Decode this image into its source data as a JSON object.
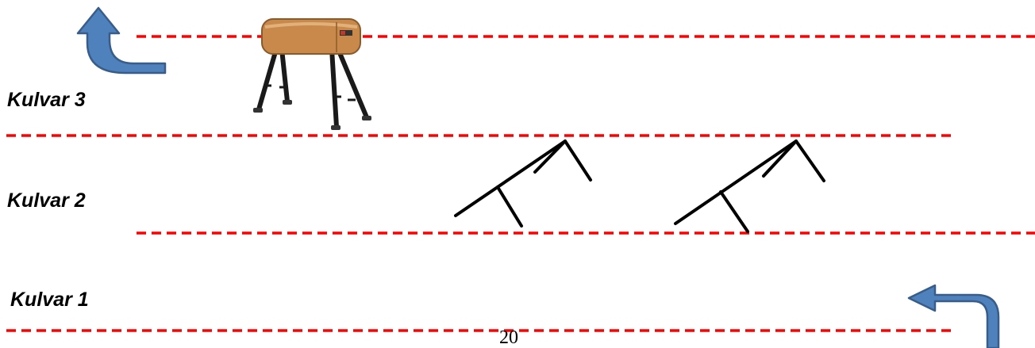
{
  "lanes": [
    {
      "label": "Kulvar 3"
    },
    {
      "label": "Kulvar 2"
    },
    {
      "label": "Kulvar 1"
    }
  ],
  "page_number": "20",
  "colors": {
    "lane_line": "#ff0000",
    "arrow_fill": "#4f81bd",
    "arrow_stroke": "#385d8a",
    "hurdle": "#000000",
    "horse_body": "#c8894a",
    "horse_legs": "#1a1a1a"
  },
  "icons": {
    "start_arrow": "curved-arrow-up-icon",
    "end_arrow": "curved-arrow-left-icon",
    "obstacle_1": "vaulting-horse-icon",
    "obstacle_2": "hurdle-icon"
  }
}
